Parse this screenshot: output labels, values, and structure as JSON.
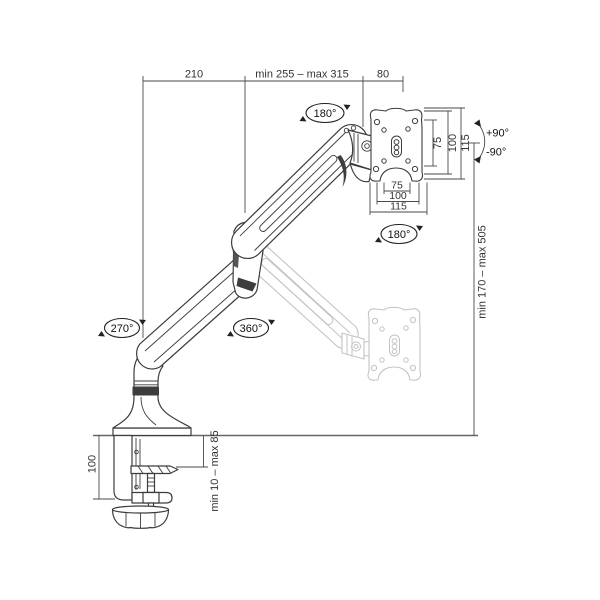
{
  "dims": {
    "top_left": "210",
    "top_mid": "min 255 – max 315",
    "top_right": "80",
    "vesa_v": [
      "75",
      "100",
      "115"
    ],
    "vesa_h": [
      "75",
      "100",
      "115"
    ],
    "height_range": "min 170 – max 505",
    "clamp_depth": "100",
    "clamp_grip": "min 10 – max 85"
  },
  "rotations": {
    "top_swivel": "180°",
    "vesa_rotate": "180°",
    "base_swivel": "270°",
    "mid_swivel": "360°",
    "tilt_up": "+90°",
    "tilt_down": "-90°"
  },
  "colors": {
    "line": "#3d3d3d",
    "ghost": "#c3c3c3",
    "dimension": "#4a4a4a",
    "text": "#333333",
    "background": "#ffffff"
  }
}
